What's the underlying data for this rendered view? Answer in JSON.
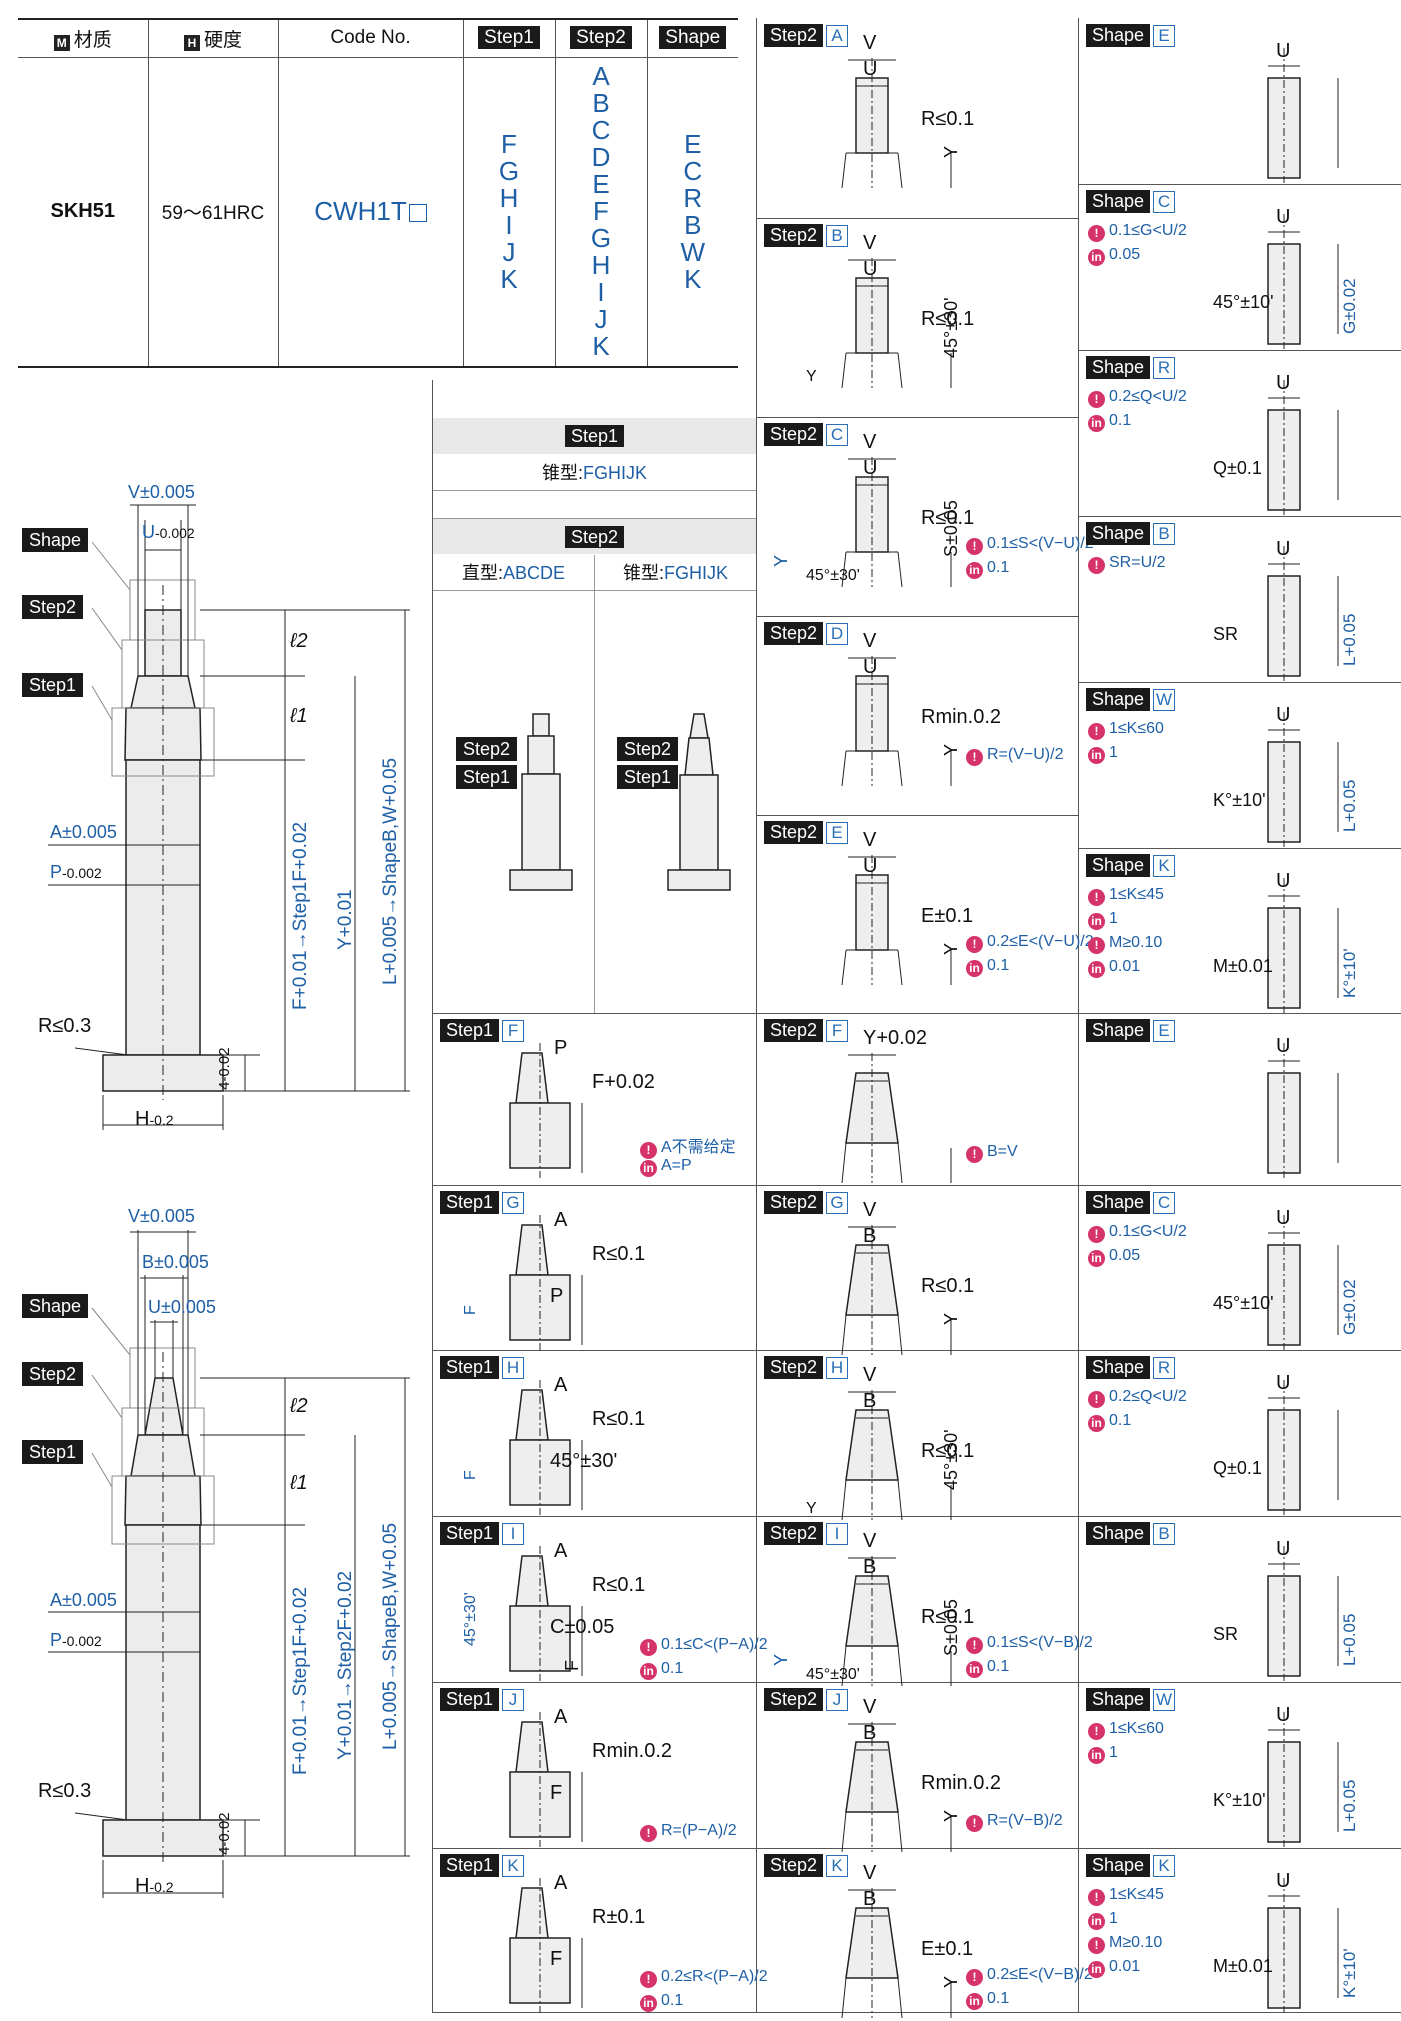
{
  "table": {
    "headers": {
      "material": "材质",
      "material_mark": "M",
      "hardness": "硬度",
      "hardness_mark": "H",
      "code": "Code No.",
      "step1": "Step1",
      "step2": "Step2",
      "shape": "Shape"
    },
    "row": {
      "material": "SKH51",
      "hardness": "59～61HRC",
      "code": "CWH1T",
      "step1_options": [
        "F",
        "G",
        "H",
        "I",
        "J",
        "K"
      ],
      "step2_options": [
        "A",
        "B",
        "C",
        "D",
        "E",
        "F",
        "G",
        "H",
        "I",
        "J",
        "K"
      ],
      "shape_options": [
        "E",
        "C",
        "R",
        "B",
        "W",
        "K"
      ]
    }
  },
  "legend": {
    "step1_title": "Step1",
    "step1_desc": "锥型:FGHIJK",
    "step2_title": "Step2",
    "step2_straight": "直型:ABCDE",
    "step2_taper": "锥型:FGHIJK",
    "tag_step2": "Step2",
    "tag_step1": "Step1"
  },
  "drawing_top": {
    "tags": [
      "Shape",
      "Step2",
      "Step1"
    ],
    "V": "V±0.005",
    "U": "U",
    "U_tol": "-0.002",
    "A": "A±0.005",
    "P": "P",
    "P_tol": "-0.002",
    "R": "R≤0.3",
    "H": "H",
    "H_tol": "-0.2",
    "l2": "ℓ2",
    "l1": "ℓ1",
    "F": "F+0.01→Step1F+0.02",
    "Y": "Y+0.01",
    "L": "L+0.005→ShapeB,W+0.05",
    "four": "4-0.02"
  },
  "drawing_bottom": {
    "tags": [
      "Shape",
      "Step2",
      "Step1"
    ],
    "V": "V±0.005",
    "B": "B±0.005",
    "U": "U±0.005",
    "A": "A±0.005",
    "P": "P",
    "P_tol": "-0.002",
    "R": "R≤0.3",
    "H": "H",
    "H_tol": "-0.2",
    "l2": "ℓ2",
    "l1": "ℓ1",
    "F": "F+0.01→Step1F+0.02",
    "Y": "Y+0.01→Step2F+0.02",
    "L": "L+0.005→ShapeB,W+0.05",
    "four": "4-0.02"
  },
  "step2_col": [
    {
      "tag": "Step2",
      "code": "A",
      "labels": [
        "V",
        "U",
        "R≤0.1",
        "Y"
      ]
    },
    {
      "tag": "Step2",
      "code": "B",
      "labels": [
        "V",
        "U",
        "R≤0.1",
        "45°±30'",
        "Y"
      ]
    },
    {
      "tag": "Step2",
      "code": "C",
      "labels": [
        "V",
        "U",
        "R≤0.1",
        "S±0.05",
        "45°±30'",
        "Y"
      ],
      "notes": [
        "0.1≤S<(V−U)/2",
        "0.1"
      ]
    },
    {
      "tag": "Step2",
      "code": "D",
      "labels": [
        "V",
        "U",
        "Rmin.0.2",
        "Y"
      ],
      "notes": [
        "R=(V−U)/2"
      ]
    },
    {
      "tag": "Step2",
      "code": "E",
      "labels": [
        "V",
        "U",
        "E±0.1",
        "Y"
      ],
      "notes": [
        "0.2≤E<(V−U)/2",
        "0.1"
      ]
    },
    {
      "tag": "Step2",
      "code": "F",
      "labels": [
        "Y+0.02"
      ],
      "notes": [
        "B=V"
      ]
    },
    {
      "tag": "Step2",
      "code": "G",
      "labels": [
        "V",
        "B",
        "R≤0.1",
        "Y"
      ]
    },
    {
      "tag": "Step2",
      "code": "H",
      "labels": [
        "V",
        "B",
        "R≤0.1",
        "45°±30'",
        "Y"
      ]
    },
    {
      "tag": "Step2",
      "code": "I",
      "labels": [
        "V",
        "B",
        "R≤0.1",
        "S±0.05",
        "45°±30'",
        "Y"
      ],
      "notes": [
        "0.1≤S<(V−B)/2",
        "0.1"
      ]
    },
    {
      "tag": "Step2",
      "code": "J",
      "labels": [
        "V",
        "B",
        "Rmin.0.2",
        "Y"
      ],
      "notes": [
        "R=(V−B)/2"
      ]
    },
    {
      "tag": "Step2",
      "code": "K",
      "labels": [
        "V",
        "B",
        "E±0.1",
        "Y"
      ],
      "notes": [
        "0.2≤E<(V−B)/2",
        "0.1"
      ]
    }
  ],
  "step1_col": [
    {
      "tag": "Step1",
      "code": "F",
      "labels": [
        "P",
        "F+0.02"
      ],
      "notes": [
        "A不需给定",
        "A=P"
      ]
    },
    {
      "tag": "Step1",
      "code": "G",
      "labels": [
        "A",
        "R≤0.1",
        "P",
        "F"
      ]
    },
    {
      "tag": "Step1",
      "code": "H",
      "labels": [
        "A",
        "R≤0.1",
        "45°±30'",
        "F"
      ]
    },
    {
      "tag": "Step1",
      "code": "I",
      "labels": [
        "A",
        "R≤0.1",
        "C±0.05",
        "45°±30'",
        "F"
      ],
      "notes": [
        "0.1≤C<(P−A)/2",
        "0.1"
      ]
    },
    {
      "tag": "Step1",
      "code": "J",
      "labels": [
        "A",
        "Rmin.0.2",
        "F"
      ],
      "notes": [
        "R=(P−A)/2"
      ]
    },
    {
      "tag": "Step1",
      "code": "K",
      "labels": [
        "A",
        "R±0.1",
        "F"
      ],
      "notes": [
        "0.2≤R<(P−A)/2",
        "0.1"
      ]
    }
  ],
  "shape_col": [
    {
      "tag": "Shape",
      "code": "E",
      "labels": [
        "U"
      ]
    },
    {
      "tag": "Shape",
      "code": "C",
      "labels": [
        "U",
        "45°±10'",
        "G±0.02"
      ],
      "notes": [
        "0.1≤G<U/2",
        "0.05"
      ]
    },
    {
      "tag": "Shape",
      "code": "R",
      "labels": [
        "U",
        "Q±0.1"
      ],
      "notes": [
        "0.2≤Q<U/2",
        "0.1"
      ]
    },
    {
      "tag": "Shape",
      "code": "B",
      "labels": [
        "U",
        "SR",
        "L+0.05"
      ],
      "notes": [
        "SR=U/2"
      ]
    },
    {
      "tag": "Shape",
      "code": "W",
      "labels": [
        "U",
        "K°±10'",
        "L+0.05"
      ],
      "notes": [
        "1≤K≤60",
        "1"
      ]
    },
    {
      "tag": "Shape",
      "code": "K",
      "labels": [
        "U",
        "M±0.01",
        "K°±10'"
      ],
      "notes": [
        "1≤K≤45",
        "1",
        "M≥0.10",
        "0.01"
      ]
    },
    {
      "tag": "Shape",
      "code": "E",
      "labels": [
        "U"
      ]
    },
    {
      "tag": "Shape",
      "code": "C",
      "labels": [
        "U",
        "45°±10'",
        "G±0.02"
      ],
      "notes": [
        "0.1≤G<U/2",
        "0.05"
      ]
    },
    {
      "tag": "Shape",
      "code": "R",
      "labels": [
        "U",
        "Q±0.1"
      ],
      "notes": [
        "0.2≤Q<U/2",
        "0.1"
      ]
    },
    {
      "tag": "Shape",
      "code": "B",
      "labels": [
        "U",
        "SR",
        "L+0.05"
      ]
    },
    {
      "tag": "Shape",
      "code": "W",
      "labels": [
        "U",
        "K°±10'",
        "L+0.05"
      ],
      "notes": [
        "1≤K≤60",
        "1"
      ]
    },
    {
      "tag": "Shape",
      "code": "K",
      "labels": [
        "U",
        "M±0.01",
        "K°±10'"
      ],
      "notes": [
        "1≤K≤45",
        "1",
        "M≥0.10",
        "0.01"
      ]
    }
  ]
}
